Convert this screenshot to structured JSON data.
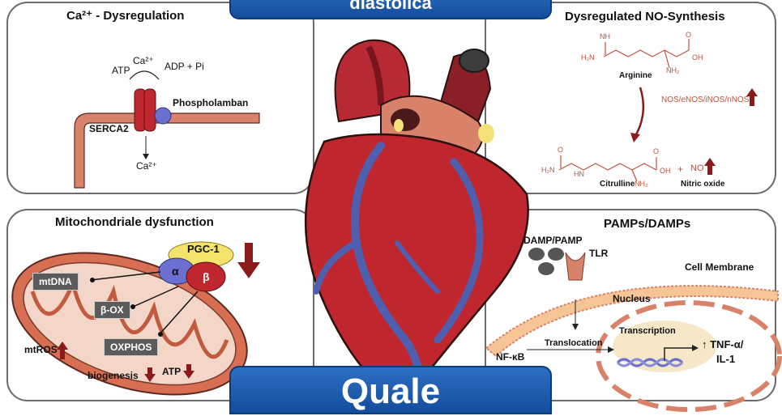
{
  "banner_top": {
    "text": "diastolica"
  },
  "banner_bottom": {
    "text": "Quale"
  },
  "ca_panel": {
    "title": "Ca²⁺ - Dysregulation",
    "atp": "ATP",
    "ca_top": "Ca²⁺",
    "adp": "ADP + Pi",
    "phospholamban": "Phospholamban",
    "serca2": "SERCA2",
    "ca_bottom": "Ca²⁺"
  },
  "no_panel": {
    "title": "Dysregulated NO-Synthesis",
    "arginine": "Arginine",
    "enzymes": "NOS/eNOS/iNOS/nNOS",
    "citrulline": "Citrulline",
    "plus": "+",
    "no": "NO",
    "nitric_oxide": "Nitric oxide",
    "nh": "NH",
    "nh2": "NH₂",
    "oh": "OH",
    "o": "O",
    "h2n": "H₂N",
    "hn": "HN",
    "nh_label": "NH"
  },
  "mito_panel": {
    "title": "Mitochondriale dysfunction",
    "pgc1": "PGC-1",
    "alpha": "α",
    "beta": "β",
    "mtdna": "mtDNA",
    "box": "β-OX",
    "oxphos": "OXPHOS",
    "mtros": "mtROS",
    "biogenesis": "biogenesis",
    "atp": "ATP"
  },
  "pamp_panel": {
    "title": "PAMPs/DAMPs",
    "damp_pamp": "DAMP/PAMP",
    "tlr": "TLR",
    "cell_membrane": "Cell Membrane",
    "nucleus": "Nucleus",
    "transcription": "Transcription",
    "tnf": "↑ TNF-α/",
    "il1": "IL-1",
    "nfkb": "NF-κB",
    "translocation": "Translocation"
  },
  "colors": {
    "banner": "#1b5aa8",
    "heart_red": "#c0262d",
    "vessel_blue": "#4f5fb0",
    "salmon": "#d9826a",
    "arrow_red": "#8b1a1a",
    "mito": "#d86f52"
  }
}
